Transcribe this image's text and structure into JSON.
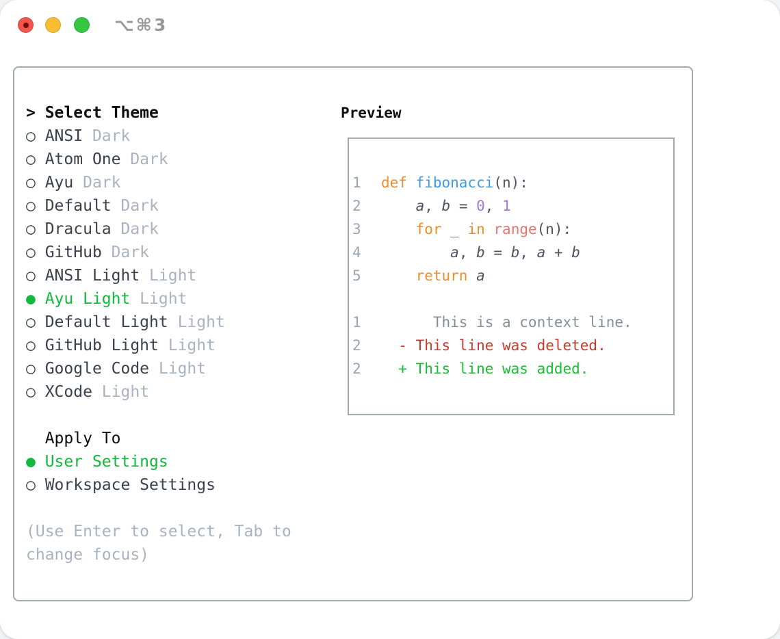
{
  "window": {
    "title": "⌥⌘3"
  },
  "palette": {
    "header_text": "#0e0e10",
    "item_text": "#3a414c",
    "tag_text": "#a9b3c0",
    "selected_green": "#14b83c",
    "help_text": "#a9b3c0",
    "panel_border": "#a0a8b2",
    "traffic_red": "#f4564e",
    "traffic_yellow": "#f9bd33",
    "traffic_green": "#34c73f",
    "title_text": "#98989b"
  },
  "theme_picker": {
    "header": {
      "prefix": ">",
      "label": "Select Theme"
    },
    "bullet_selected": "●",
    "bullet_unselected": "○",
    "items": [
      {
        "name": "ANSI",
        "tag": "Dark",
        "selected": false
      },
      {
        "name": "Atom One",
        "tag": "Dark",
        "selected": false
      },
      {
        "name": "Ayu",
        "tag": "Dark",
        "selected": false
      },
      {
        "name": "Default",
        "tag": "Dark",
        "selected": false
      },
      {
        "name": "Dracula",
        "tag": "Dark",
        "selected": false
      },
      {
        "name": "GitHub",
        "tag": "Dark",
        "selected": false
      },
      {
        "name": "ANSI Light",
        "tag": "Light",
        "selected": false
      },
      {
        "name": "Ayu Light",
        "tag": "Light",
        "selected": true
      },
      {
        "name": "Default Light",
        "tag": "Light",
        "selected": false
      },
      {
        "name": "GitHub Light",
        "tag": "Light",
        "selected": false
      },
      {
        "name": "Google Code",
        "tag": "Light",
        "selected": false
      },
      {
        "name": "XCode",
        "tag": "Light",
        "selected": false
      }
    ],
    "apply_to": {
      "label": "Apply To",
      "options": [
        {
          "name": "User Settings",
          "selected": true
        },
        {
          "name": "Workspace Settings",
          "selected": false
        }
      ]
    },
    "help_lines": [
      "(Use Enter to select, Tab to",
      "change focus)"
    ]
  },
  "preview": {
    "title": "Preview",
    "syntax_palette": {
      "keyword": "#f28c28",
      "function": "#399ee6",
      "number": "#a37acc",
      "builtin": "#f07171",
      "foreground": "#4c5462",
      "variable": "#4c5462",
      "line_number": "#9aa5b3",
      "context": "#868e98",
      "deleted": "#cd382a",
      "added": "#0fc42f"
    },
    "code_lines": [
      {
        "num": "1",
        "kind": "code",
        "spans": [
          {
            "t": "def ",
            "c": "keyword"
          },
          {
            "t": "fibonacci",
            "c": "function"
          },
          {
            "t": "(n):",
            "c": "foreground"
          }
        ]
      },
      {
        "num": "2",
        "kind": "code",
        "spans": [
          {
            "t": "    ",
            "c": "foreground"
          },
          {
            "t": "a",
            "c": "variable",
            "i": true
          },
          {
            "t": ", ",
            "c": "foreground"
          },
          {
            "t": "b",
            "c": "variable",
            "i": true
          },
          {
            "t": " = ",
            "c": "foreground"
          },
          {
            "t": "0",
            "c": "number"
          },
          {
            "t": ", ",
            "c": "foreground"
          },
          {
            "t": "1",
            "c": "number"
          }
        ]
      },
      {
        "num": "3",
        "kind": "code",
        "spans": [
          {
            "t": "    ",
            "c": "foreground"
          },
          {
            "t": "for",
            "c": "keyword"
          },
          {
            "t": " _ ",
            "c": "foreground"
          },
          {
            "t": "in",
            "c": "keyword"
          },
          {
            "t": " ",
            "c": "foreground"
          },
          {
            "t": "range",
            "c": "builtin"
          },
          {
            "t": "(n):",
            "c": "foreground"
          }
        ]
      },
      {
        "num": "4",
        "kind": "code",
        "spans": [
          {
            "t": "        ",
            "c": "foreground"
          },
          {
            "t": "a",
            "c": "variable",
            "i": true
          },
          {
            "t": ", ",
            "c": "foreground"
          },
          {
            "t": "b",
            "c": "variable",
            "i": true
          },
          {
            "t": " = ",
            "c": "foreground"
          },
          {
            "t": "b",
            "c": "variable",
            "i": true
          },
          {
            "t": ", ",
            "c": "foreground"
          },
          {
            "t": "a",
            "c": "variable",
            "i": true
          },
          {
            "t": " + ",
            "c": "foreground"
          },
          {
            "t": "b",
            "c": "variable",
            "i": true
          }
        ]
      },
      {
        "num": "5",
        "kind": "code",
        "spans": [
          {
            "t": "    ",
            "c": "foreground"
          },
          {
            "t": "return",
            "c": "keyword"
          },
          {
            "t": " ",
            "c": "foreground"
          },
          {
            "t": "a",
            "c": "variable",
            "i": true
          }
        ]
      },
      {
        "num": "",
        "kind": "blank",
        "spans": []
      },
      {
        "num": "1",
        "kind": "diff-context",
        "spans": [
          {
            "t": "      This is a context line.",
            "c": "context"
          }
        ]
      },
      {
        "num": "2",
        "kind": "diff-deleted",
        "spans": [
          {
            "t": "  - This line was deleted.",
            "c": "deleted"
          }
        ]
      },
      {
        "num": "2",
        "kind": "diff-added",
        "spans": [
          {
            "t": "  + This line was added.",
            "c": "added"
          }
        ]
      }
    ]
  }
}
